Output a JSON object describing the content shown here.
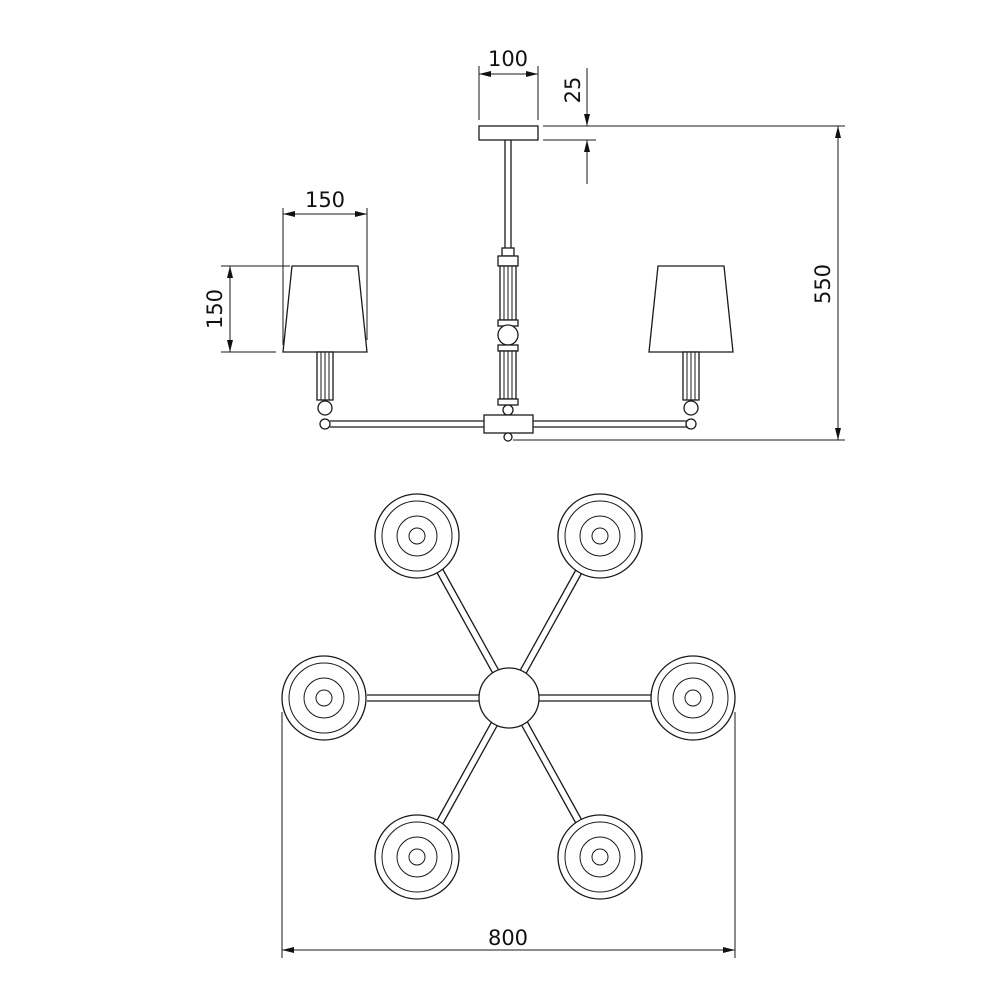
{
  "drawing": {
    "dimensions": {
      "canopy_width": "100",
      "canopy_height": "25",
      "total_height": "550",
      "shade_width": "150",
      "shade_height": "150",
      "total_width": "800"
    },
    "colors": {
      "line": "#1a1a1a",
      "background": "#ffffff"
    }
  }
}
